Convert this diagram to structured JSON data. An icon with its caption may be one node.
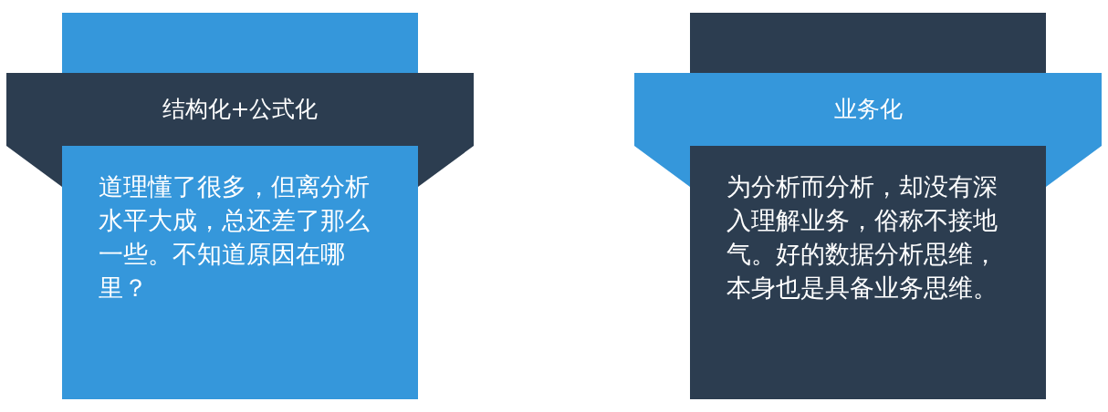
{
  "diagram": {
    "nodes": [
      {
        "text": [
          "结构化+公式化"
        ]
      },
      {
        "text": [
          "道理懂了很多，但离分析水平大成，总还差了那么一些。不知道原因在哪里？"
        ]
      },
      {
        "text": [
          "业务化"
        ]
      },
      {
        "text": [
          "为分析而分析，却没有深入理解业务，俗称不接地气。好的数据分析思维，本身也是具备业务思维。"
        ]
      }
    ]
  }
}
